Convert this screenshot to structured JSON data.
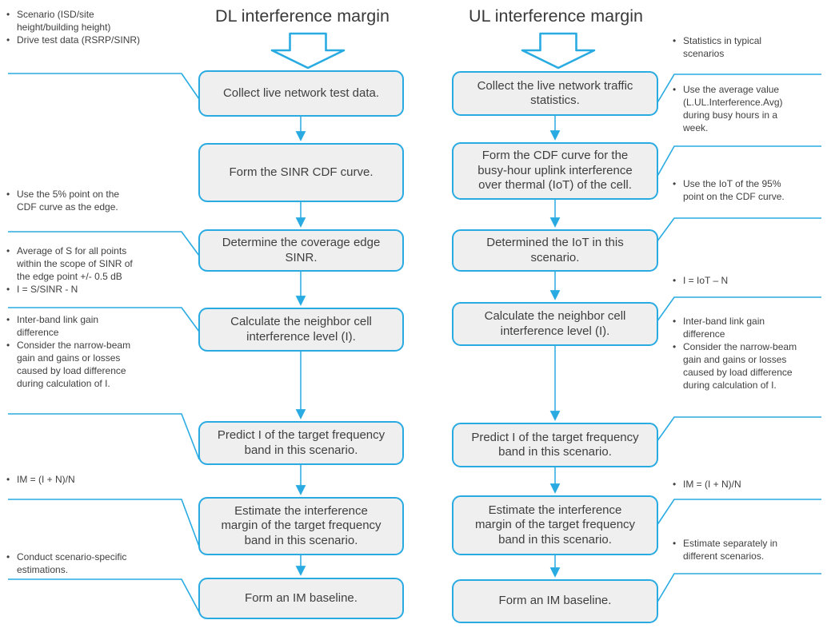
{
  "colors": {
    "accent": "#29abe2",
    "box_fill": "#efefef",
    "text": "#3f3f3f"
  },
  "dl": {
    "title": "DL interference margin",
    "steps": [
      "Collect live network test data.",
      "Form the SINR CDF curve.",
      "Determine the coverage edge\nSINR.",
      "Calculate the neighbor cell\ninterference level (I).",
      "Predict I of the target frequency\nband in this scenario.",
      "Estimate the interference\nmargin of the target frequency\nband in this scenario.",
      "Form an IM baseline."
    ],
    "annotations": [
      {
        "bullets": [
          "Scenario (ISD/site\nheight/building height)",
          "Drive test data (RSRP/SINR)"
        ]
      },
      {
        "bullets": [
          "Use the 5% point on the\nCDF curve as the edge."
        ]
      },
      {
        "bullets": [
          "Average of S for all points\nwithin the scope of SINR of\nthe edge point +/- 0.5 dB",
          "I = S/SINR - N"
        ]
      },
      {
        "bullets": [
          "Inter-band link gain\ndifference",
          "Consider the narrow-beam\ngain and gains or losses\ncaused by load difference\nduring calculation of I."
        ]
      },
      {
        "bullets": [
          "IM = (I + N)/N"
        ]
      },
      {
        "bullets": [
          "Conduct scenario-specific\nestimations."
        ]
      }
    ]
  },
  "ul": {
    "title": "UL interference margin",
    "steps": [
      "Collect the live network traffic\nstatistics.",
      "Form the CDF curve for the\nbusy-hour uplink interference\nover thermal (IoT) of the cell.",
      "Determined the IoT in this\nscenario.",
      "Calculate the neighbor cell\ninterference level (I).",
      "Predict I of the target frequency\nband in this scenario.",
      "Estimate the interference\nmargin of the target frequency\nband in this scenario.",
      "Form an IM baseline."
    ],
    "annotations": [
      {
        "bullets": [
          "Statistics in typical\nscenarios"
        ]
      },
      {
        "bullets": [
          "Use the average value\n(L.UL.Interference.Avg)\nduring busy hours in a\nweek."
        ]
      },
      {
        "bullets": [
          "Use the IoT of the 95%\npoint on the CDF curve."
        ]
      },
      {
        "bullets": [
          "I = IoT – N"
        ]
      },
      {
        "bullets": [
          "Inter-band link gain\ndifference",
          "Consider the narrow-beam\ngain and gains or losses\ncaused by load difference\nduring calculation of I."
        ]
      },
      {
        "bullets": [
          "IM = (I + N)/N"
        ]
      },
      {
        "bullets": [
          "Estimate separately in\ndifferent scenarios."
        ]
      }
    ]
  }
}
